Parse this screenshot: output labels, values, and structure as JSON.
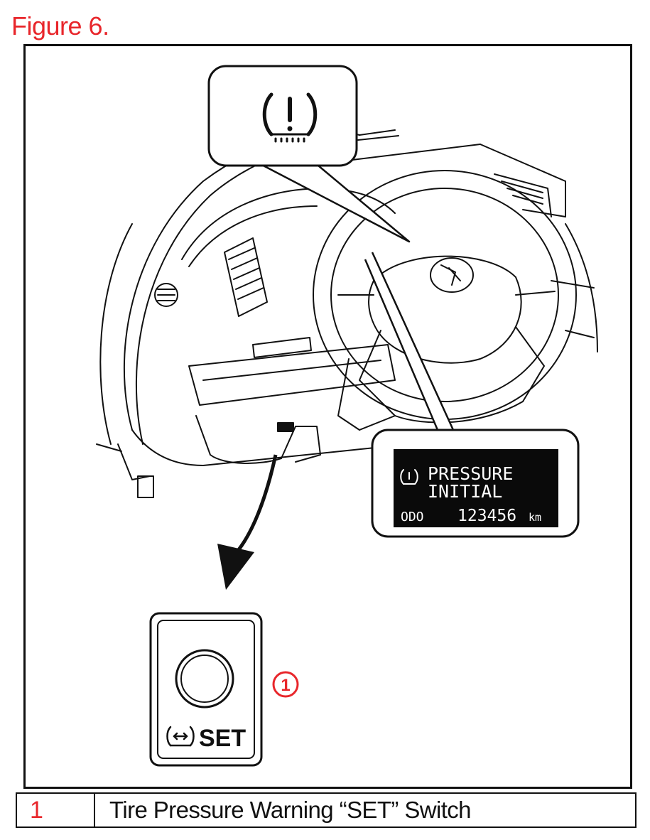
{
  "figure": {
    "title": "Figure 6."
  },
  "display": {
    "line1": "PRESSURE",
    "line2": "INITIAL",
    "odo_label": "ODO",
    "odo_value": "123456",
    "odo_unit": "km"
  },
  "switch": {
    "label": "SET",
    "callout": "1"
  },
  "legend": [
    {
      "num": "1",
      "text": "Tire Pressure Warning “SET” Switch"
    }
  ],
  "colors": {
    "accent": "#e8262b",
    "lcd_bg": "#0a0a0a"
  },
  "icons": [
    "tpms-warning-icon",
    "lexus-logo",
    "tpms-small-icon",
    "tpms-set-icon"
  ]
}
